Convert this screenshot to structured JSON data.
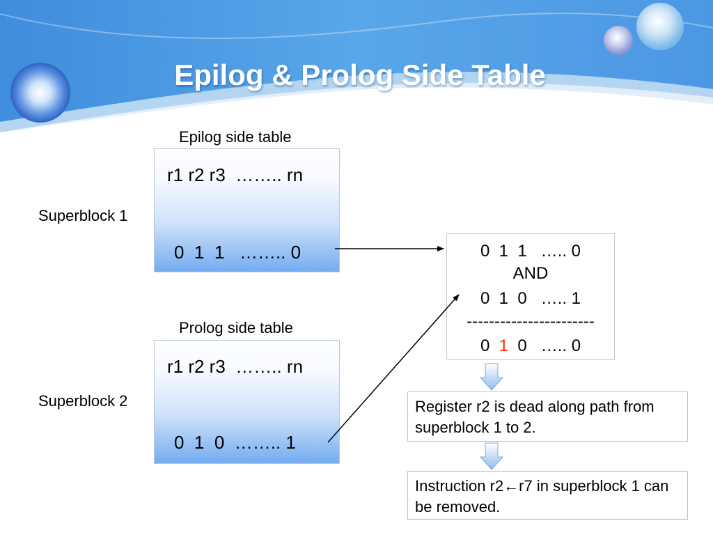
{
  "slide": {
    "title": "Epilog & Prolog Side Table"
  },
  "epilog": {
    "caption": "Epilog side table",
    "superblock": "Superblock 1",
    "header_row": "r1 r2 r3  …….. rn",
    "value_row": "0  1  1   …….. 0"
  },
  "prolog": {
    "caption": "Prolog side table",
    "superblock": "Superblock 2",
    "header_row": "r1 r2 r3  …….. rn",
    "value_row": "0  1  0  …….. 1"
  },
  "and_box": {
    "line1": "0  1  1   ….. 0",
    "op": "AND",
    "line2": "0  1  0   ….. 1",
    "divider": "-----------------------",
    "result_prefix": "0  ",
    "result_highlight": "1",
    "result_suffix": "  0   ….. 0"
  },
  "notes": {
    "dead_register": "Register r2 is dead along path from superblock 1 to 2.",
    "removal": "Instruction r2←r7 in superblock 1 can be removed."
  },
  "colors": {
    "title_text": "#ffffff",
    "highlight": "#ff2a00",
    "table_gradient_bottom": "#73acf0",
    "header_blue": "#4f9be6"
  }
}
